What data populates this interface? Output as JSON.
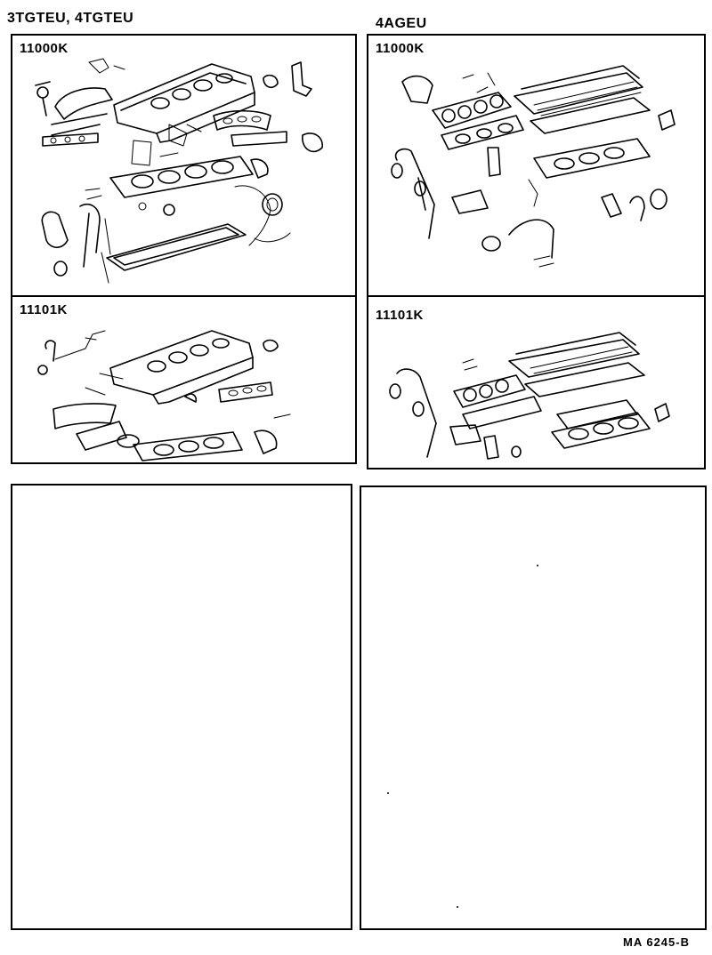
{
  "headers": {
    "left": "3TGTEU, 4TGTEU",
    "right": "4AGEU"
  },
  "panels": {
    "top_left_label": "11000K",
    "mid_left_label": "11101K",
    "top_right_label": "11000K",
    "mid_right_label": "11101K"
  },
  "footer": {
    "code": "MA  6245-B"
  }
}
